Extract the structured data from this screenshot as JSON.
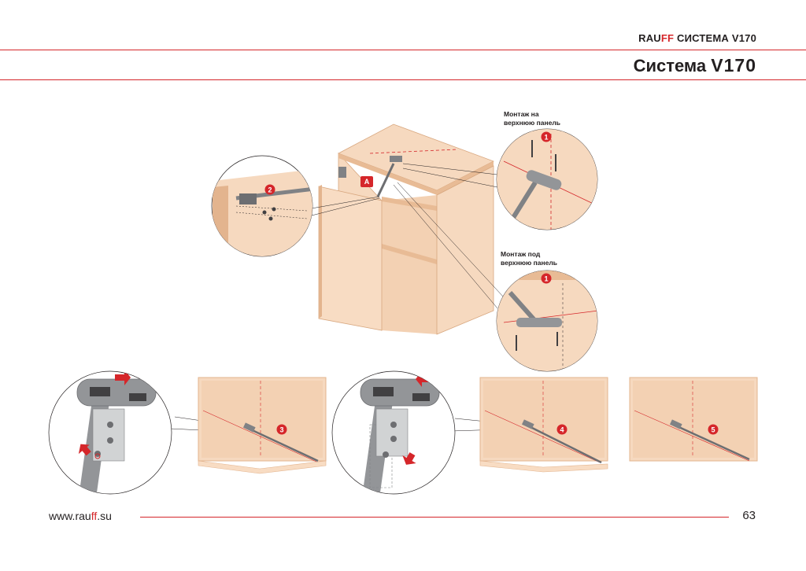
{
  "header": {
    "brand_prefix": "RAU",
    "brand_ff": "FF",
    "brand_suffix": "СИСТЕМА V170",
    "title_text": "Система",
    "title_model": "V170"
  },
  "captions": {
    "top_mount_line1": "Монтаж на",
    "top_mount_line2": "верхнюю панель",
    "under_mount_line1": "Монтаж под",
    "under_mount_line2": "верхнюю панель"
  },
  "badges": {
    "a": "A",
    "n1_top": "1",
    "n1_under": "1",
    "n2": "2",
    "n3": "3",
    "n4": "4",
    "n5": "5"
  },
  "footer": {
    "url_prefix": "www.rau",
    "url_ff": "ff",
    "url_suffix": ".su",
    "page_number": "63"
  },
  "colors": {
    "accent": "#d5262a",
    "wood": "#f6d9bf",
    "wood_edge": "#e3b48e",
    "text": "#231f20"
  }
}
